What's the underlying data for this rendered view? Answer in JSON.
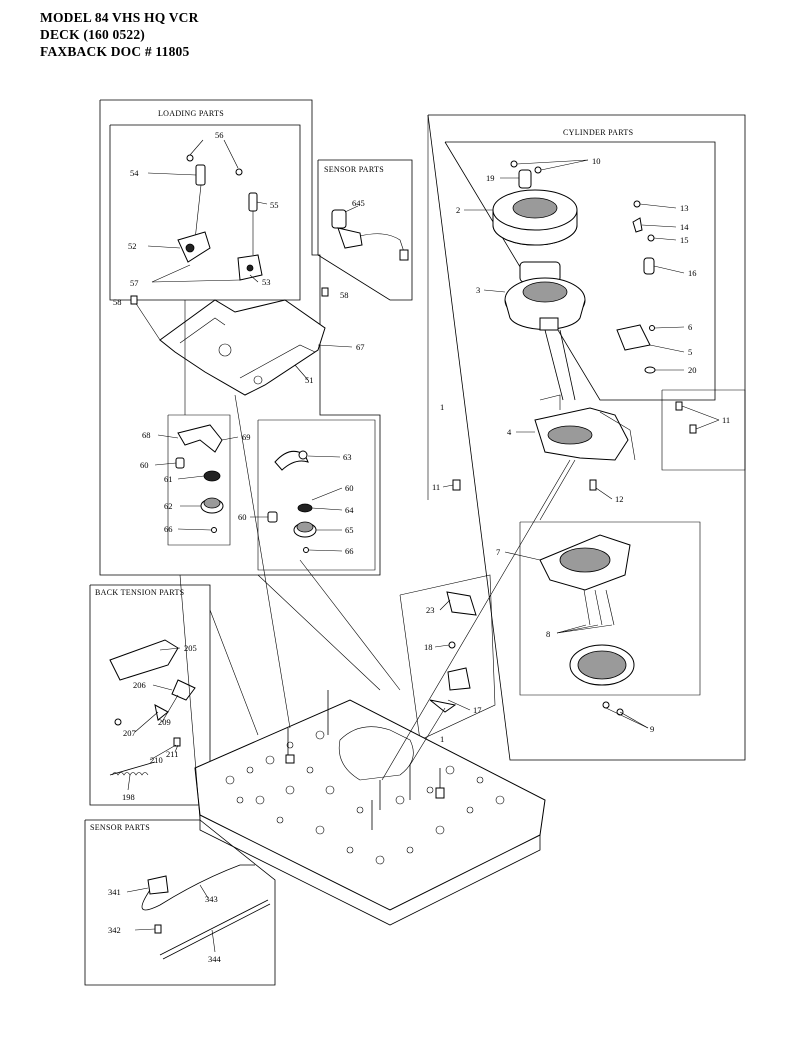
{
  "header": {
    "line1": "MODEL 84 VHS HQ VCR",
    "line2": "DECK  (160 0522)",
    "line3": "FAXBACK DOC # 11805"
  },
  "sections": {
    "loading": "LOADING PARTS",
    "sensor_top": "SENSOR PARTS",
    "cylinder": "CYLINDER PARTS",
    "back_tension": "BACK TENSION PARTS",
    "sensor_bottom": "SENSOR PARTS"
  },
  "callouts": {
    "c56": "56",
    "c54": "54",
    "c55": "55",
    "c52": "52",
    "c57": "57",
    "c53": "53",
    "c58a": "58",
    "c58b": "58",
    "c645": "645",
    "c67": "67",
    "c51": "51",
    "c68": "68",
    "c69": "69",
    "c60a": "60",
    "c61": "61",
    "c62": "62",
    "c66a": "66",
    "c63": "63",
    "c60b": "60",
    "c60c": "60",
    "c64": "64",
    "c65": "65",
    "c66b": "66",
    "c10": "10",
    "c19": "19",
    "c2": "2",
    "c13": "13",
    "c14": "14",
    "c15": "15",
    "c16": "16",
    "c3": "3",
    "c6": "6",
    "c5": "5",
    "c20": "20",
    "c1a": "1",
    "c11a": "11",
    "c4": "4",
    "c11b": "11",
    "c12": "12",
    "c7": "7",
    "c8": "8",
    "c9": "9",
    "c23": "23",
    "c18": "18",
    "c17": "17",
    "c1b": "1",
    "c205": "205",
    "c206": "206",
    "c207": "207",
    "c209": "209",
    "c210": "210",
    "c211": "211",
    "c198": "198",
    "c341": "341",
    "c343": "343",
    "c342": "342",
    "c344": "344"
  }
}
